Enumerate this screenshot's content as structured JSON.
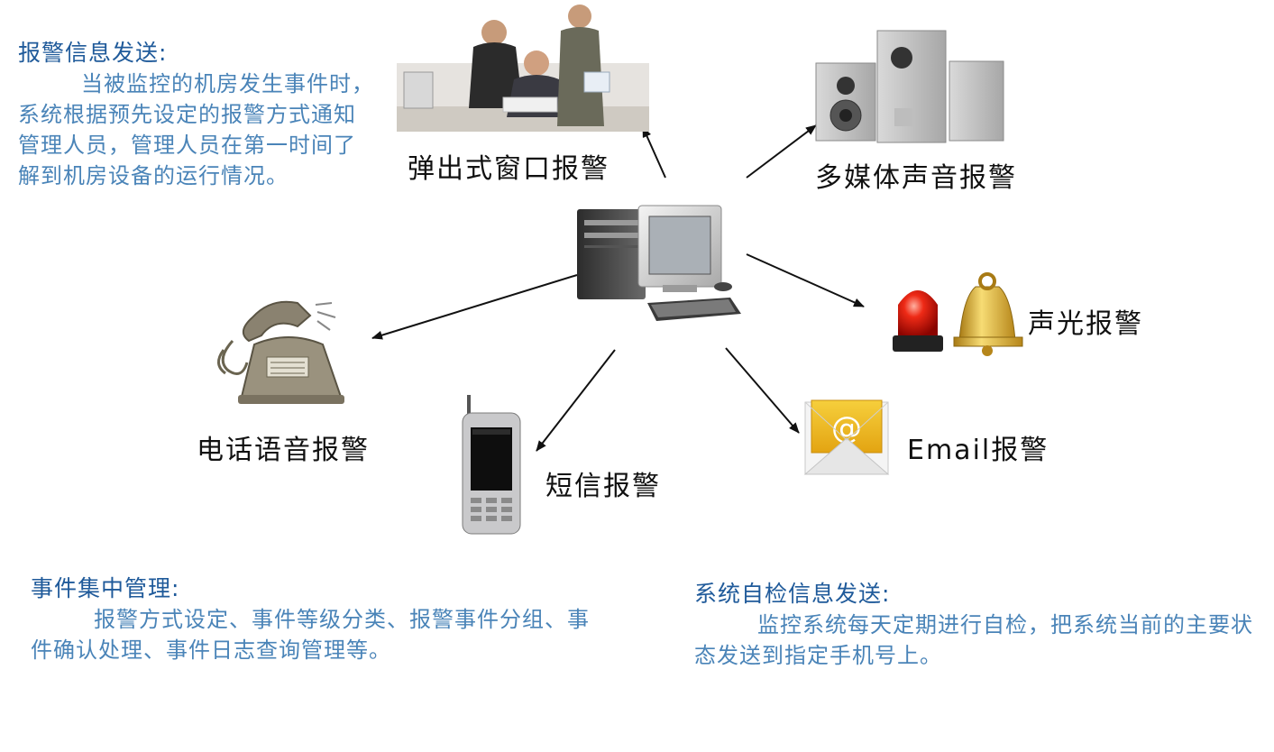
{
  "blocks": {
    "alarm_info": {
      "title": "报警信息发送:",
      "body": "当被监控的机房发生事件时，系统根据预先设定的报警方式通知管理人员，管理人员在第一时间了解到机房设备的运行情况。"
    },
    "event_mgmt": {
      "title": "事件集中管理:",
      "body": "报警方式设定、事件等级分类、报警事件分组、事件确认处理、事件日志查询管理等。"
    },
    "self_check": {
      "title": "系统自检信息发送:",
      "body": "监控系统每天定期进行自检，把系统当前的主要状态发送到指定手机号上。"
    }
  },
  "nodes": {
    "popup": "弹出式窗口报警",
    "multimedia": "多媒体声音报警",
    "light_sound": "声光报警",
    "email": "Email报警",
    "sms": "短信报警",
    "phone": "电话语音报警"
  },
  "icons": {
    "center": "computer-icon",
    "popup": "office-people-icon",
    "multimedia": "speakers-icon",
    "light_sound": "siren-bell-icon",
    "email": "email-envelope-icon",
    "sms": "mobile-phone-icon",
    "phone": "telephone-icon"
  },
  "colors": {
    "title": "#1f5a9a",
    "body": "#4a84b8",
    "label": "#111111",
    "arrow": "#111111"
  }
}
